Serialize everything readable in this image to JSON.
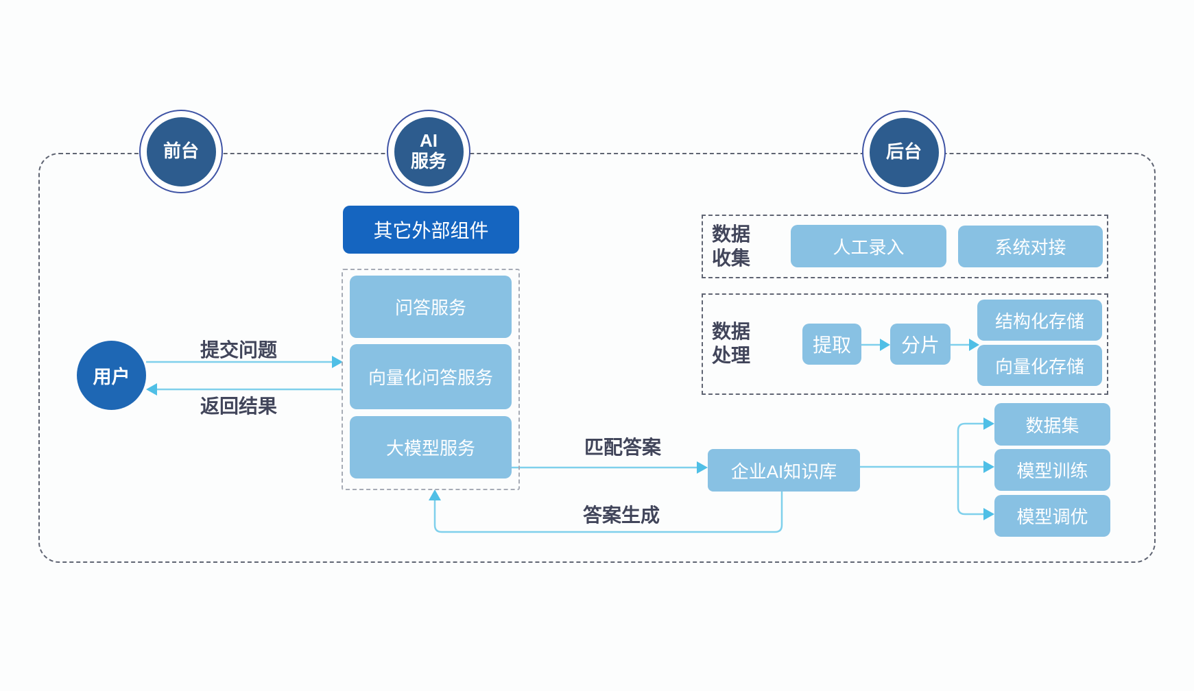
{
  "lanes": {
    "front": "前台",
    "ai": "AI\n服务",
    "back": "后台"
  },
  "front_stage": {
    "user": "用户"
  },
  "ai_stage": {
    "external": "其它外部组件",
    "services": [
      "问答服务",
      "向量化问答服务",
      "大模型服务"
    ]
  },
  "edges": {
    "submit": "提交问题",
    "return_result": "返回结果",
    "match": "匹配答案",
    "generate": "答案生成"
  },
  "knowledge_base": "企业AI知识库",
  "back_stage": {
    "collection": {
      "label": "数据\n收集",
      "items": [
        "人工录入",
        "系统对接"
      ]
    },
    "processing": {
      "label": "数据\n处理",
      "steps": [
        "提取",
        "分片"
      ],
      "storages": [
        "结构化存储",
        "向量化存储"
      ]
    },
    "model_assets": [
      "数据集",
      "模型训练",
      "模型调优"
    ]
  },
  "colors": {
    "lane_circle_fill": "#2d5c8e",
    "lane_ring": "#3f54a5",
    "user_circle_fill": "#1e67b4",
    "dark_box_fill": "#1565c0",
    "light_box_fill": "#88c1e3",
    "arrow_line": "#7fd0ec",
    "arrow_head": "#4fbfe6",
    "dash_border": "#5f6472",
    "label_text": "#41455a"
  }
}
